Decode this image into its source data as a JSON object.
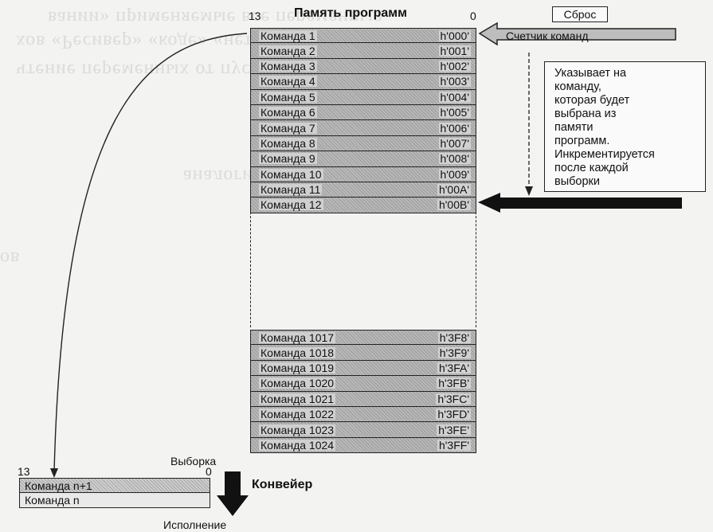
{
  "title": "Память программ",
  "bit_high": "13",
  "bit_low": "0",
  "reset_label": "Сброс",
  "pc_label": "Счетчик команд",
  "description_lines": [
    "Указывает на",
    "команду,",
    "которая будет",
    "выбрана из",
    "памяти",
    "программ.",
    "Инкрементируется",
    "после каждой",
    "выборки"
  ],
  "memory_top": [
    {
      "cmd": "Команда 1",
      "addr": "h'000'"
    },
    {
      "cmd": "Команда 2",
      "addr": "h'001'"
    },
    {
      "cmd": "Команда 3",
      "addr": "h'002'"
    },
    {
      "cmd": "Команда 4",
      "addr": "h'003'"
    },
    {
      "cmd": "Команда 5",
      "addr": "h'004'"
    },
    {
      "cmd": "Команда 6",
      "addr": "h'005'"
    },
    {
      "cmd": "Команда 7",
      "addr": "h'006'"
    },
    {
      "cmd": "Команда 8",
      "addr": "h'007'"
    },
    {
      "cmd": "Команда 9",
      "addr": "h'008'"
    },
    {
      "cmd": "Команда 10",
      "addr": "h'009'"
    },
    {
      "cmd": "Команда 11",
      "addr": "h'00A'"
    },
    {
      "cmd": "Команда 12",
      "addr": "h'00B'"
    }
  ],
  "memory_bottom": [
    {
      "cmd": "Команда 1017",
      "addr": "h'3F8'"
    },
    {
      "cmd": "Команда 1018",
      "addr": "h'3F9'"
    },
    {
      "cmd": "Команда 1019",
      "addr": "h'3FA'"
    },
    {
      "cmd": "Команда 1020",
      "addr": "h'3FB'"
    },
    {
      "cmd": "Команда 1021",
      "addr": "h'3FC'"
    },
    {
      "cmd": "Команда 1022",
      "addr": "h'3FD'"
    },
    {
      "cmd": "Команда 1023",
      "addr": "h'3FE'"
    },
    {
      "cmd": "Команда 1024",
      "addr": "h'3FF'"
    }
  ],
  "pipeline": {
    "fetch_label": "Выборка",
    "conveyor_label": "Конвейер",
    "execute_label": "Исполнение",
    "row1": "Команда n+1",
    "row2": "Команда n"
  },
  "colors": {
    "ink": "#111111",
    "cell_fill": "#b0b0b0",
    "paper": "#f3f3f1"
  }
}
